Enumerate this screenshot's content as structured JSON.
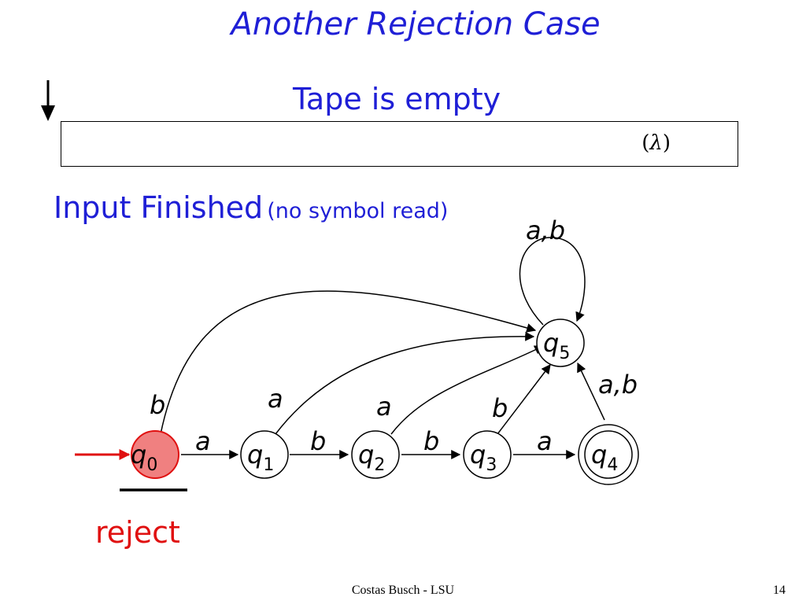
{
  "slide": {
    "title": "Another Rejection Case",
    "tape_caption": "Tape is empty",
    "tape_open": "(",
    "tape_symbol": "λ",
    "tape_close": ")",
    "status_main": "Input Finished",
    "status_note": "(no symbol read)",
    "result": "reject",
    "footer": "Costas Busch - LSU",
    "page_number": "14"
  },
  "automaton": {
    "states": [
      {
        "id": "q0",
        "base": "q",
        "sub": "0",
        "initial": true,
        "accepting": false,
        "current": true
      },
      {
        "id": "q1",
        "base": "q",
        "sub": "1",
        "initial": false,
        "accepting": false,
        "current": false
      },
      {
        "id": "q2",
        "base": "q",
        "sub": "2",
        "initial": false,
        "accepting": false,
        "current": false
      },
      {
        "id": "q3",
        "base": "q",
        "sub": "3",
        "initial": false,
        "accepting": false,
        "current": false
      },
      {
        "id": "q4",
        "base": "q",
        "sub": "4",
        "initial": false,
        "accepting": true,
        "current": false
      },
      {
        "id": "q5",
        "base": "q",
        "sub": "5",
        "initial": false,
        "accepting": false,
        "current": false
      }
    ],
    "transitions": [
      {
        "from": "q0",
        "to": "q1",
        "label": "a"
      },
      {
        "from": "q1",
        "to": "q2",
        "label": "b"
      },
      {
        "from": "q2",
        "to": "q3",
        "label": "b"
      },
      {
        "from": "q3",
        "to": "q4",
        "label": "a"
      },
      {
        "from": "q0",
        "to": "q5",
        "label": "b"
      },
      {
        "from": "q1",
        "to": "q5",
        "label": "a"
      },
      {
        "from": "q2",
        "to": "q5",
        "label": "a"
      },
      {
        "from": "q3",
        "to": "q5",
        "label": "b"
      },
      {
        "from": "q4",
        "to": "q5",
        "label": "a,b"
      },
      {
        "from": "q5",
        "to": "q5",
        "label": "a,b"
      }
    ]
  },
  "colors": {
    "text_blue": "#1f1fd6",
    "current_state_fill": "#f08080",
    "current_state_stroke": "#e01010",
    "reject_red": "#e01010",
    "initial_arrow": "#e01010"
  }
}
